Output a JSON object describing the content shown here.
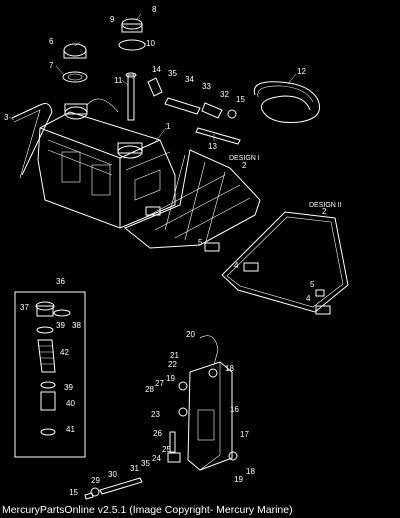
{
  "callouts": {
    "c1": "1",
    "c2": "2",
    "c3": "3",
    "c4": "4",
    "c5": "5",
    "c6": "6",
    "c7": "7",
    "c8": "8",
    "c9": "9",
    "c10": "10",
    "c11": "11",
    "c12": "12",
    "c13": "13",
    "c14": "14",
    "c15": "15",
    "c16": "16",
    "c17": "17",
    "c18": "18",
    "c19": "19",
    "c20": "20",
    "c21": "21",
    "c22": "22",
    "c23": "23",
    "c24": "24",
    "c25": "25",
    "c26": "26",
    "c27": "27",
    "c28": "28",
    "c29": "29",
    "c30": "30",
    "c31": "31",
    "c32": "32",
    "c33": "33",
    "c34": "34",
    "c35": "35",
    "c36": "36",
    "c37": "37",
    "c38": "38",
    "c39": "39",
    "c40": "40",
    "c41": "41",
    "c42": "42"
  },
  "design_labels": {
    "d1": "DESIGN I",
    "d2": "DESIGN II"
  },
  "footer": "MercuryPartsOnline v2.5.1 (Image Copyright- Mercury Marine)"
}
